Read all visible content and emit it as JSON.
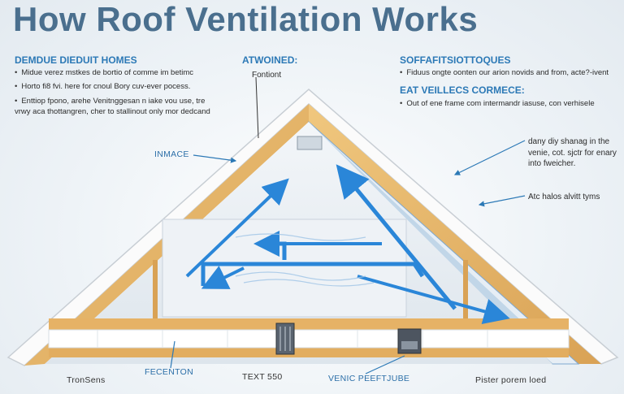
{
  "title": "How Roof Ventilation Works",
  "left_panel": {
    "heading": "DEMDUE DIEDUIT HOMES",
    "bullets": [
      "Midue verez mstkes de bortio of comme im betimc",
      "Horto fi8 fvi. here for cnoul Bory cuv-ever pocess.",
      "Enttiop fpono, arehe Venitnggesan n iake vou use, tre vrwy aca thottangren, cher to stallinout only mor dedcand"
    ]
  },
  "top_center": {
    "heading": "ATWOINED:",
    "sub": "Fontiont"
  },
  "right_panel": {
    "heading1": "SOFFAFITSIOTTOQUES",
    "bullet1": "Fiduus ongte oonten our arion novids and from, acte?-ivent",
    "heading2": "EAT VEILLECS CORMECE:",
    "bullet2": "Out of ene frame com intermandr iasuse, con verhisele",
    "note1": "dany diy shanag in the venie, cot. sjctr for enary into fweicher.",
    "note2": "Atc halos alvitt tyms"
  },
  "callouts": {
    "inmace": "INMACE",
    "fecenton": "FECENTON",
    "text": "TEXT 550",
    "vent": "VENIC PEEFTJUBE",
    "bottom_left": "TronSens",
    "bottom_right": "Pister porem loed"
  },
  "colors": {
    "title": "#4a6f8e",
    "accent": "#2c79b6",
    "airflow": "#2a86d8",
    "wood": "#e8b86a",
    "insulation": "#ffffff"
  }
}
